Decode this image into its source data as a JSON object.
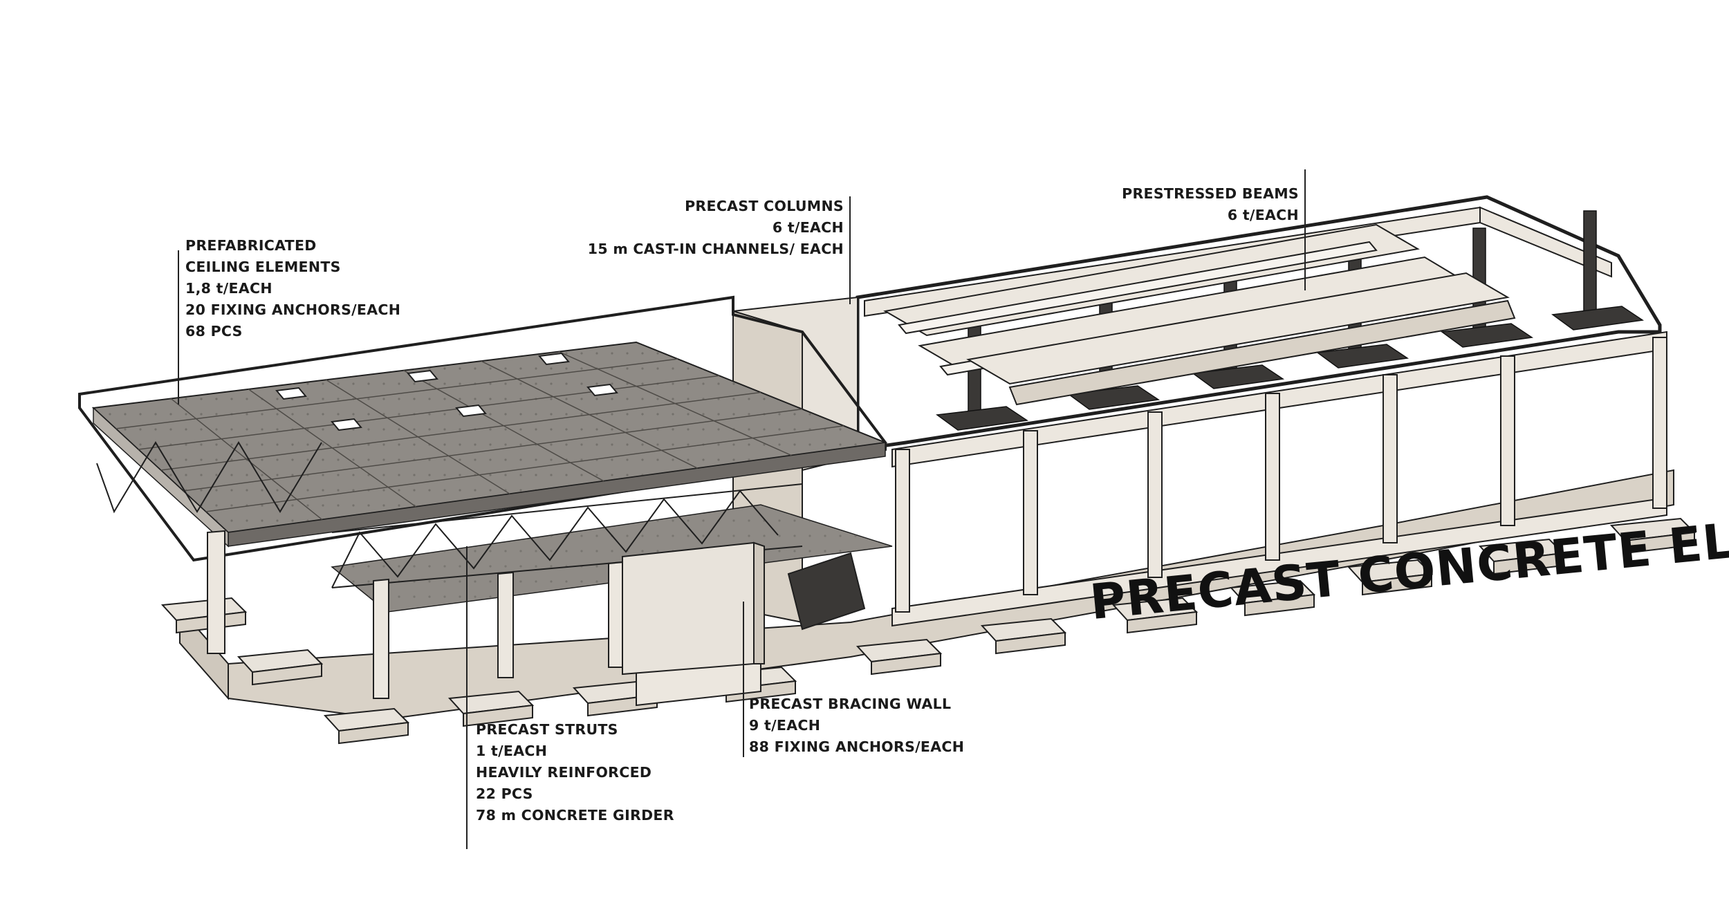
{
  "title": "PRECAST CONCRETE ELEMENTS",
  "labels": {
    "ceiling": [
      "PREFABRICATED",
      "CEILING ELEMENTS",
      "1,8 t/EACH",
      "20 FIXING ANCHORS/EACH",
      "68 PCS"
    ],
    "columns": [
      "PRECAST COLUMNS",
      "6 t/EACH",
      "15 m CAST-IN CHANNELS/ EACH"
    ],
    "beams": [
      "PRESTRESSED BEAMS",
      "6 t/EACH"
    ],
    "struts": [
      "PRECAST STRUTS",
      "1 t/EACH",
      "HEAVILY REINFORCED",
      "22 PCS",
      "78 m CONCRETE GIRDER"
    ],
    "wall": [
      "PRECAST BRACING WALL",
      "9 t/EACH",
      "88 FIXING ANCHORS/EACH"
    ]
  },
  "colors": {
    "concrete": "#ece7df",
    "concrete_side": "#d9d2c7",
    "slab": "#8f8b86",
    "shadow": "#3a3836",
    "outline": "#1f1f1f"
  }
}
